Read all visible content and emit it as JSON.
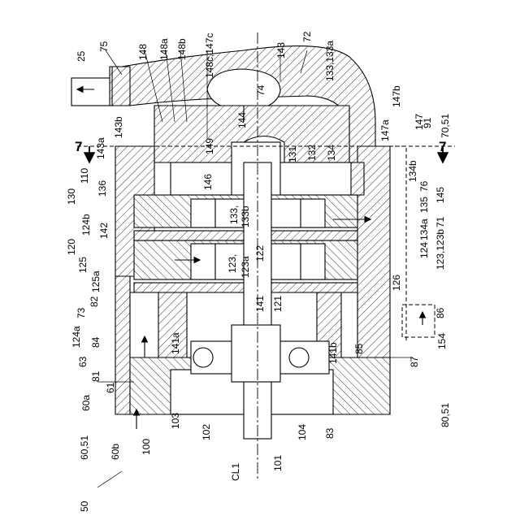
{
  "labels": {
    "l25": "25",
    "l75": "75",
    "l148": "148",
    "l148a": "148a",
    "l148b": "148b",
    "l148c": "148c,147c",
    "l143": "143",
    "l72": "72",
    "l133": "133,133a",
    "l74": "74",
    "l144": "144",
    "l147b": "147b",
    "l147a": "147a",
    "l147": "147",
    "l143b": "143b",
    "l143a": "143a",
    "l149": "149",
    "l7a": "7",
    "l7b": "7",
    "l110": "110",
    "l130": "130",
    "l124b": "124b",
    "l120": "120",
    "l125": "125",
    "l125a": "125a",
    "l73": "73",
    "l82": "82",
    "l124a": "124a",
    "l84": "84",
    "l63": "63",
    "l81": "81",
    "l61": "61",
    "l60a": "60a",
    "l6051": "60,51",
    "l60b": "60b",
    "l100": "100",
    "l103": "103",
    "l102": "102",
    "l50": "50",
    "lCL1": "CL1",
    "l101": "101",
    "l104": "104",
    "l83": "83",
    "l8051": "80,51",
    "l87": "87",
    "l154": "154",
    "l86": "86",
    "l85": "85",
    "l141b": "141b",
    "l141a": "141a",
    "l141": "141",
    "l121": "121",
    "l122": "122",
    "l123": "123,",
    "l123a": "123a",
    "l126": "126",
    "l123b": "123,123b",
    "l124": "124",
    "l134a": "134a",
    "l71": "71",
    "l145": "145",
    "l135": "135",
    "l76": "76",
    "l134b": "134b",
    "l7051": "70,51",
    "l91": "91",
    "l134": "134",
    "l132": "132",
    "l131": "131",
    "l146": "146",
    "l136": "136",
    "l142": "142",
    "l133b": "133,",
    "l133b2": "133b"
  }
}
